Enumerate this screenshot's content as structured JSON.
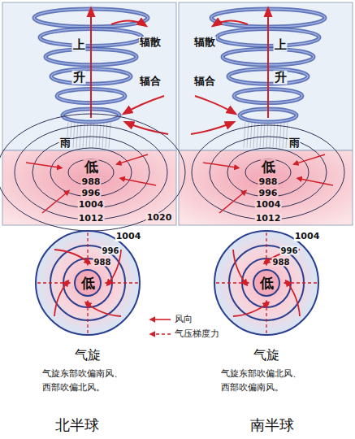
{
  "diagram": {
    "nodes": [
      {
        "text": [
          "低"
        ]
      },
      {
        "text": [
          "低"
        ]
      }
    ],
    "labels": [
      "上",
      "升",
      "辐散",
      "辐合",
      "雨",
      "低",
      "988",
      "996",
      "1004",
      "1012",
      "1020",
      "辐散",
      "上",
      "升",
      "辐合",
      "雨",
      "低",
      "988",
      "996",
      "1004",
      "1012",
      "1004",
      "996",
      "988",
      "1004",
      "996",
      "988",
      "气旋",
      "气旋东部吹偏南风、 西部吹偏北风。",
      "气旋",
      "气旋东部吹偏北风、 西部吹偏南风。",
      "北半球",
      "南半球"
    ],
    "legend": [
      {
        "text": "风向"
      },
      {
        "text": "气压梯度力"
      }
    ]
  }
}
